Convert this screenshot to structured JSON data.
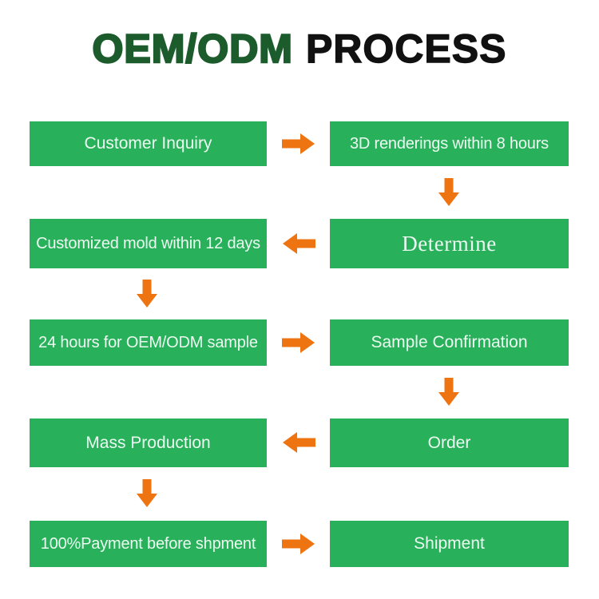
{
  "title": {
    "green_text": "OEM/ODM",
    "black_text": "PROCESS"
  },
  "colors": {
    "background": "#ffffff",
    "box_green": "#28b05a",
    "arrow_orange": "#ee7412",
    "title_green": "#1c5c2c",
    "title_black": "#111111",
    "box_text": "#ecfbf2"
  },
  "flow": {
    "rows": [
      {
        "left": "Customer Inquiry",
        "right": "3D renderings within 8 hours",
        "arrow_direction": "right"
      },
      {
        "left": "Customized mold within 12 days",
        "right": "Determine",
        "arrow_direction": "left"
      },
      {
        "left": "24 hours for OEM/ODM sample",
        "right": "Sample Confirmation",
        "arrow_direction": "right"
      },
      {
        "left": "Mass Production",
        "right": "Order",
        "arrow_direction": "left"
      },
      {
        "left": "100%Payment before shpment",
        "right": "Shipment",
        "arrow_direction": "right"
      }
    ]
  }
}
